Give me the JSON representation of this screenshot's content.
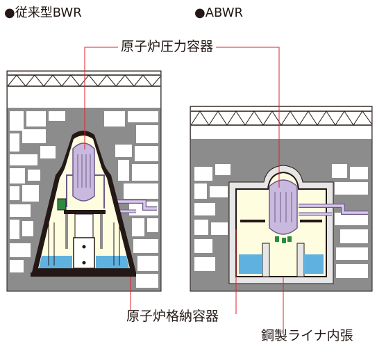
{
  "headings": {
    "conventional": "●従来型BWR",
    "advanced": "●ABWR"
  },
  "labels": {
    "rpv": "原子炉圧力容器",
    "pcv": "原子炉格納容器",
    "liner": "鋼製ライナ内張"
  },
  "colors": {
    "structure_gray": "#8c8c8c",
    "wall_dark": "#4d4d4d",
    "dark_line": "#231815",
    "containment_fill": "#fffde0",
    "vessel_fill": "#c9b9de",
    "vessel_stroke": "#6b5a8c",
    "pool_water": "#5fb2e0",
    "leader_line": "#e0202a",
    "liner_fill": "#e6e6e6",
    "pipe_fill": "#d8c8ea",
    "component_green": "#2e8b3e"
  }
}
